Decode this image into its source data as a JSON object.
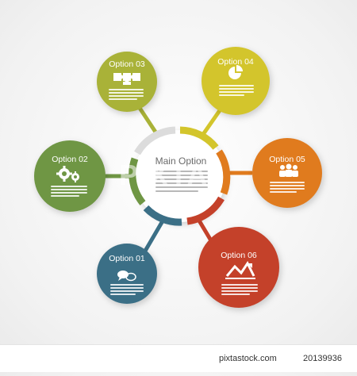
{
  "colors": {
    "option_01": "#3b6f86",
    "option_02": "#6f9644",
    "option_03": "#a9b238",
    "option_04": "#d3c52c",
    "option_05": "#e07b1e",
    "option_06": "#c4412a",
    "center_ring_gray": "#dcdcdc",
    "background": "#f3f3f3"
  },
  "center": {
    "title": "Main Option"
  },
  "options": [
    {
      "id": "option_01",
      "title": "Option 01",
      "icon": "chat-bubbles-icon"
    },
    {
      "id": "option_02",
      "title": "Option 02",
      "icon": "gears-icon"
    },
    {
      "id": "option_03",
      "title": "Option 03",
      "icon": "puzzle-icon"
    },
    {
      "id": "option_04",
      "title": "Option 04",
      "icon": "pie-chart-icon"
    },
    {
      "id": "option_05",
      "title": "Option 05",
      "icon": "people-icon"
    },
    {
      "id": "option_06",
      "title": "Option 06",
      "icon": "growth-chart-icon"
    }
  ],
  "watermark": "PIXTA",
  "footer": {
    "brand": "pixtastock.com",
    "image_id": "20139936"
  }
}
